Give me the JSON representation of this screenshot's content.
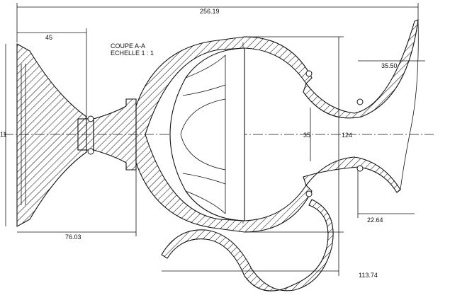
{
  "title": {
    "line1": "COUPE A-A",
    "line2": "ECHELLE 1 : 1"
  },
  "dimensions": {
    "overall_length": "256.19",
    "flange_length": "45",
    "neck_length": "76.03",
    "bowl_height": "124",
    "spout_bore": "35",
    "lip_opening": "35.50",
    "lip_offset": "22.64",
    "handle_length": "113.74",
    "left_height": "11"
  },
  "colors": {
    "line": "#111111",
    "background": "#ffffff"
  }
}
